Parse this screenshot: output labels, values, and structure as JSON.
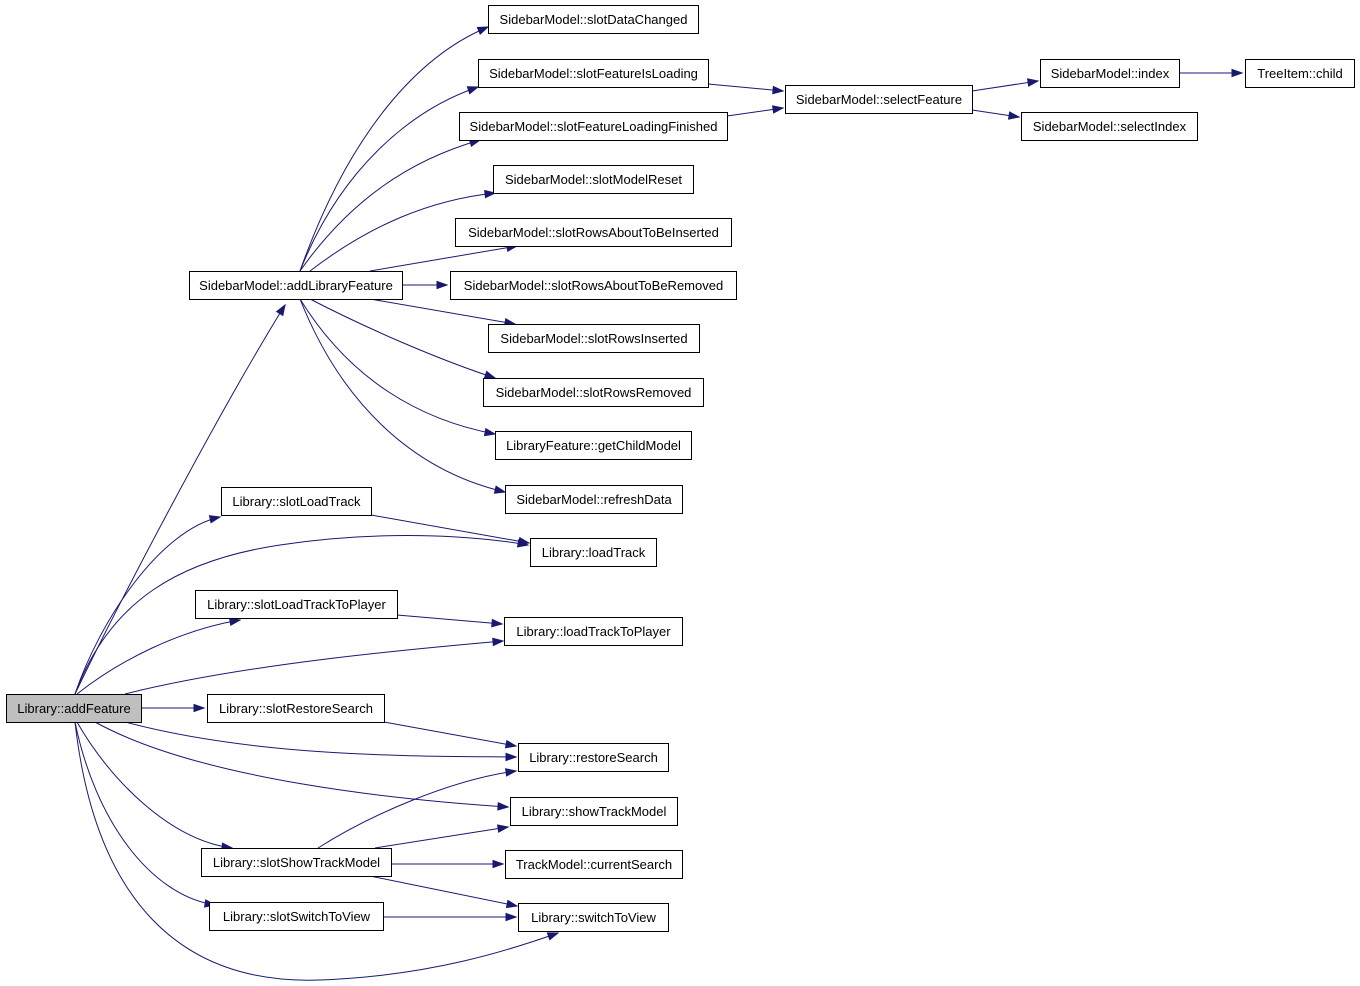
{
  "diagram": {
    "type": "call-graph",
    "nodes": [
      {
        "id": "addFeature",
        "label": "Library::addFeature",
        "root": true
      },
      {
        "id": "addLibraryFeature",
        "label": "SidebarModel::addLibraryFeature"
      },
      {
        "id": "slotDataChanged",
        "label": "SidebarModel::slotDataChanged"
      },
      {
        "id": "slotFeatureIsLoading",
        "label": "SidebarModel::slotFeatureIsLoading"
      },
      {
        "id": "slotFeatureLoadingFinished",
        "label": "SidebarModel::slotFeatureLoadingFinished"
      },
      {
        "id": "slotModelReset",
        "label": "SidebarModel::slotModelReset"
      },
      {
        "id": "slotRowsAboutToBeInserted",
        "label": "SidebarModel::slotRowsAboutToBeInserted"
      },
      {
        "id": "slotRowsAboutToBeRemoved",
        "label": "SidebarModel::slotRowsAboutToBeRemoved"
      },
      {
        "id": "slotRowsInserted",
        "label": "SidebarModel::slotRowsInserted"
      },
      {
        "id": "slotRowsRemoved",
        "label": "SidebarModel::slotRowsRemoved"
      },
      {
        "id": "getChildModel",
        "label": "LibraryFeature::getChildModel"
      },
      {
        "id": "refreshData",
        "label": "SidebarModel::refreshData"
      },
      {
        "id": "selectFeature",
        "label": "SidebarModel::selectFeature"
      },
      {
        "id": "index",
        "label": "SidebarModel::index"
      },
      {
        "id": "child",
        "label": "TreeItem::child"
      },
      {
        "id": "selectIndex",
        "label": "SidebarModel::selectIndex"
      },
      {
        "id": "slotLoadTrack",
        "label": "Library::slotLoadTrack"
      },
      {
        "id": "loadTrack",
        "label": "Library::loadTrack"
      },
      {
        "id": "slotLoadTrackToPlayer",
        "label": "Library::slotLoadTrackToPlayer"
      },
      {
        "id": "loadTrackToPlayer",
        "label": "Library::loadTrackToPlayer"
      },
      {
        "id": "slotRestoreSearch",
        "label": "Library::slotRestoreSearch"
      },
      {
        "id": "restoreSearch",
        "label": "Library::restoreSearch"
      },
      {
        "id": "showTrackModel",
        "label": "Library::showTrackModel"
      },
      {
        "id": "slotShowTrackModel",
        "label": "Library::slotShowTrackModel"
      },
      {
        "id": "currentSearch",
        "label": "TrackModel::currentSearch"
      },
      {
        "id": "slotSwitchToView",
        "label": "Library::slotSwitchToView"
      },
      {
        "id": "switchToView",
        "label": "Library::switchToView"
      }
    ],
    "edges": [
      {
        "from": "addFeature",
        "to": "addLibraryFeature"
      },
      {
        "from": "addFeature",
        "to": "slotLoadTrack"
      },
      {
        "from": "addFeature",
        "to": "loadTrack"
      },
      {
        "from": "addFeature",
        "to": "slotLoadTrackToPlayer"
      },
      {
        "from": "addFeature",
        "to": "loadTrackToPlayer"
      },
      {
        "from": "addFeature",
        "to": "slotRestoreSearch"
      },
      {
        "from": "addFeature",
        "to": "restoreSearch"
      },
      {
        "from": "addFeature",
        "to": "showTrackModel"
      },
      {
        "from": "addFeature",
        "to": "slotShowTrackModel"
      },
      {
        "from": "addFeature",
        "to": "slotSwitchToView"
      },
      {
        "from": "addFeature",
        "to": "switchToView"
      },
      {
        "from": "addLibraryFeature",
        "to": "slotDataChanged"
      },
      {
        "from": "addLibraryFeature",
        "to": "slotFeatureIsLoading"
      },
      {
        "from": "addLibraryFeature",
        "to": "slotFeatureLoadingFinished"
      },
      {
        "from": "addLibraryFeature",
        "to": "slotModelReset"
      },
      {
        "from": "addLibraryFeature",
        "to": "slotRowsAboutToBeInserted"
      },
      {
        "from": "addLibraryFeature",
        "to": "slotRowsAboutToBeRemoved"
      },
      {
        "from": "addLibraryFeature",
        "to": "slotRowsInserted"
      },
      {
        "from": "addLibraryFeature",
        "to": "slotRowsRemoved"
      },
      {
        "from": "addLibraryFeature",
        "to": "getChildModel"
      },
      {
        "from": "addLibraryFeature",
        "to": "refreshData"
      },
      {
        "from": "slotFeatureIsLoading",
        "to": "selectFeature"
      },
      {
        "from": "slotFeatureLoadingFinished",
        "to": "selectFeature"
      },
      {
        "from": "selectFeature",
        "to": "index"
      },
      {
        "from": "selectFeature",
        "to": "selectIndex"
      },
      {
        "from": "index",
        "to": "child"
      },
      {
        "from": "slotLoadTrack",
        "to": "loadTrack"
      },
      {
        "from": "slotLoadTrackToPlayer",
        "to": "loadTrackToPlayer"
      },
      {
        "from": "slotRestoreSearch",
        "to": "restoreSearch"
      },
      {
        "from": "slotShowTrackModel",
        "to": "restoreSearch"
      },
      {
        "from": "slotShowTrackModel",
        "to": "showTrackModel"
      },
      {
        "from": "slotShowTrackModel",
        "to": "currentSearch"
      },
      {
        "from": "slotShowTrackModel",
        "to": "switchToView"
      },
      {
        "from": "slotSwitchToView",
        "to": "switchToView"
      }
    ]
  },
  "colors": {
    "edge": "#191970",
    "root_fill": "#bfbfbf",
    "node_fill": "#ffffff",
    "node_border": "#000000"
  }
}
